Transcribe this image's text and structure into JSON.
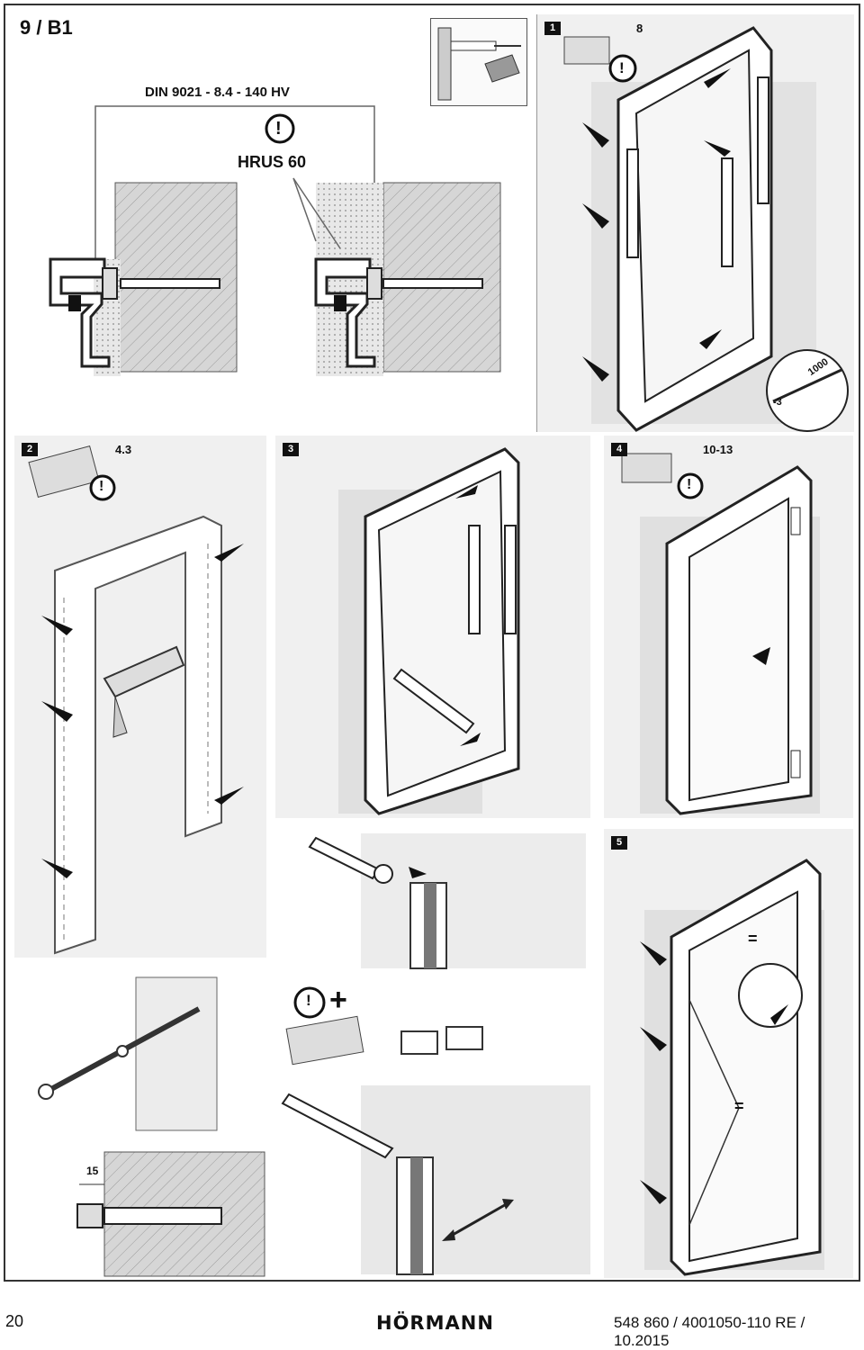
{
  "header": {
    "title": "9 / B1"
  },
  "top_panel": {
    "screw_spec": "DIN 9021 - 8.4 - 140 HV",
    "warning_symbol": "!",
    "compound_label": "HRUS 60"
  },
  "step1": {
    "number": "1",
    "reference": "8",
    "warning_symbol": "!",
    "gauge_labels": [
      "1000",
      "-3"
    ]
  },
  "step2": {
    "number": "2",
    "reference": "4.3",
    "warning_symbol": "!",
    "dimension": "15"
  },
  "step3": {
    "number": "3",
    "plus_symbol": "+",
    "warning_symbol": "!"
  },
  "step4": {
    "number": "4",
    "reference": "10-13",
    "warning_symbol": "!"
  },
  "step5": {
    "number": "5",
    "equal_sign": "="
  },
  "footer": {
    "page_number": "20",
    "brand": "HÖRMANN",
    "document_ref": "548 860 / 4001050-110  RE / 10.2015"
  },
  "colors": {
    "panel_bg": "#f0f0f0",
    "line": "#222222",
    "wall_hatch": "#d4d4d4",
    "accent_dark": "#111111"
  }
}
